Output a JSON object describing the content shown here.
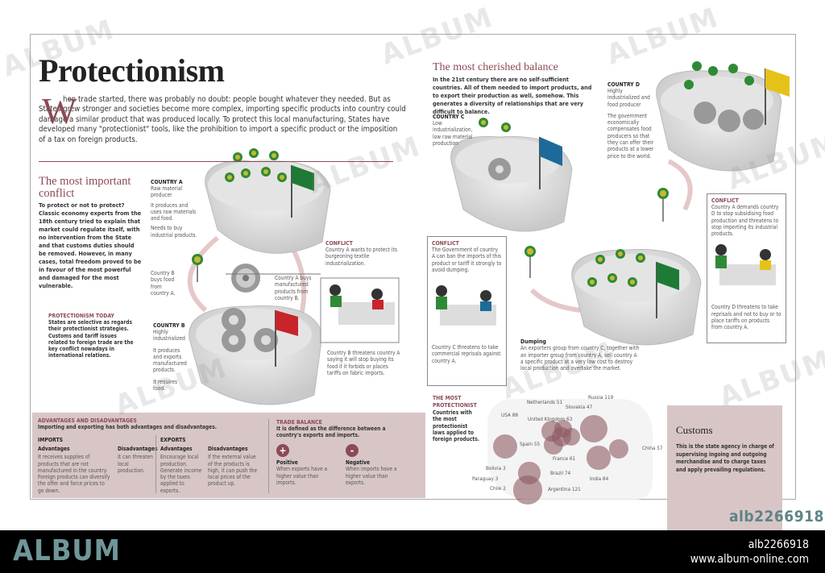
{
  "title": "Protectionism",
  "intro": {
    "drop_cap": "W",
    "text": "hen trade started, there was probably no doubt: people bought whatever they needed. But as States grew stronger and societies become more complex, importing specific products into country could damage a similar product that was produced locally.  To protect this local manufacturing, States have developed many \"protectionist\" tools, like the prohibition to import a specific product or the imposition of a tax on foreign products."
  },
  "conflict_section": {
    "heading": "The most important conflict",
    "text": "To protect or not to protect? Classic economy experts from the 18th century tried to explain that market could regulate itself, with no intervention from the State and that customs duties should be removed. However, in many cases, total freedom proved to be in favour of the most powerful and damaged for the most vulnerable."
  },
  "protectionism_today": {
    "label": "PROTECTIONISM TODAY",
    "text": "States are selective as regards their protectionist strategies. Customs and tariff issues related to foreign trade are the key conflict nowadays in international relations."
  },
  "country_a": {
    "label": "COUNTRY A",
    "desc": "Raw material producer",
    "p1": "It produces and uses raw materials and food.",
    "p2": "Needs to buy industrial products.",
    "flag": "COUNTRY A",
    "flag_color": "#1e7a35"
  },
  "country_b": {
    "label": "COUNTRY B",
    "desc": "Highly industrialized",
    "p1": "It produces and exports manufactured products.",
    "p2": "It requires food.",
    "flag": "COUNTRY B",
    "flag_color": "#c8242a"
  },
  "flow": {
    "b_buys": "Country B buys food from country A.",
    "a_buys": "Country A buys manufactured products from country B."
  },
  "conflict1": {
    "label": "CONFLICT",
    "text": "Country A wants to protect its burgeoning textile industrialization.",
    "caption": "Country B threatens country A saying it will stop buying its food if it forbids or places tariffs on fabric imports."
  },
  "adv": {
    "label": "ADVANTAGES AND DISADVANTAGES",
    "intro": "Importing and exporting has both advantages and disadvantages.",
    "imports": {
      "label": "IMPORTS",
      "adv_h": "Advantages",
      "adv": "It receives supplies of products that are not manufactured in the country. Foreign products can diversify the offer and force prices to go down.",
      "dis_h": "Disadvantages",
      "dis": "It can threaten local production."
    },
    "exports": {
      "label": "EXPORTS",
      "adv_h": "Advantages",
      "adv": "Encourage local production. Generate income by the taxes applied to exports.",
      "dis_h": "Disadvantages",
      "dis": "If the external value of the products is high, it can push the local prices of the product up."
    }
  },
  "trade_balance": {
    "label": "TRADE BALANCE",
    "intro": "It is defined as the difference between a country's exports and imports.",
    "positive": {
      "icon": "+",
      "h": "Positive",
      "text": "When exports have a higher value than imports."
    },
    "negative": {
      "icon": "-",
      "h": "Negative",
      "text": "When imports have a higher value than exports."
    }
  },
  "balance": {
    "heading": "The most cherished balance",
    "text": "In the 21st century there are no self-sufficient countries. All of them needed to import products, and to export their production as well, somehow. This generates a diversity of relationships that are very difficult to balance."
  },
  "country_c": {
    "label": "COUNTRY C",
    "desc": "Low industrialization, low raw material production",
    "flag": "COUNTRY C",
    "flag_color": "#1d6a9a"
  },
  "country_d": {
    "label": "COUNTRY D",
    "desc": "Highly industrialized and food producer",
    "p1": "The government economically compensates food producers so that they can offer their products at a lower price to the world.",
    "flag": "COUNTRY D",
    "flag_color": "#e5c21a"
  },
  "country_a2": {
    "flag": "COUNTRY A"
  },
  "conflict2": {
    "label": "CONFLICT",
    "text": "The Government of country A can ban the imports of this product or tariff it strongly to avoid dumping.",
    "caption": "Country C threatens to take commercial reprisals against country A."
  },
  "dumping": {
    "h": "Dumping",
    "text": "An exporters group from country C, together with an importer group from country A, sell country A a specific product at a very low cost to destroy local production and overtake the market."
  },
  "conflict3": {
    "label": "CONFLICT",
    "text": "Country A demands country D to stop subsidising food production and threatens to stop importing its industrial products.",
    "caption": "Country D threatens to take reprisals and not to buy or to place tariffs on products from country A."
  },
  "protectionist": {
    "label": "THE MOST PROTECTIONIST",
    "text": "Countries with the most protectionist laws applied to foreign products.",
    "countries": [
      {
        "name": "USA",
        "value": 88
      },
      {
        "name": "Russia",
        "value": 119
      },
      {
        "name": "Netherlands",
        "value": 51
      },
      {
        "name": "Slovakia",
        "value": 47
      },
      {
        "name": "United Kingdom",
        "value": 63
      },
      {
        "name": "Spain",
        "value": 55
      },
      {
        "name": "France",
        "value": 61
      },
      {
        "name": "China",
        "value": 57
      },
      {
        "name": "India",
        "value": 84
      },
      {
        "name": "Brazil",
        "value": 74
      },
      {
        "name": "Argentina",
        "value": 121
      },
      {
        "name": "Bolivia",
        "value": 3
      },
      {
        "name": "Paraguay",
        "value": 3
      },
      {
        "name": "Chile",
        "value": 2
      }
    ],
    "bubble_color": "#8c5a62"
  },
  "customs": {
    "heading": "Customs",
    "text": "This is the state agency in charge of supervising ingoing and outgoing merchandise and to charge taxes and apply prevailing regulations."
  },
  "watermark": {
    "text": "ALBUM",
    "id": "alb2266918"
  },
  "footer": {
    "logo": "ALBUM",
    "id": "alb2266918",
    "url": "www.album-online.com"
  },
  "colors": {
    "accent": "#8b4a55",
    "panel": "#d8c6c6"
  }
}
